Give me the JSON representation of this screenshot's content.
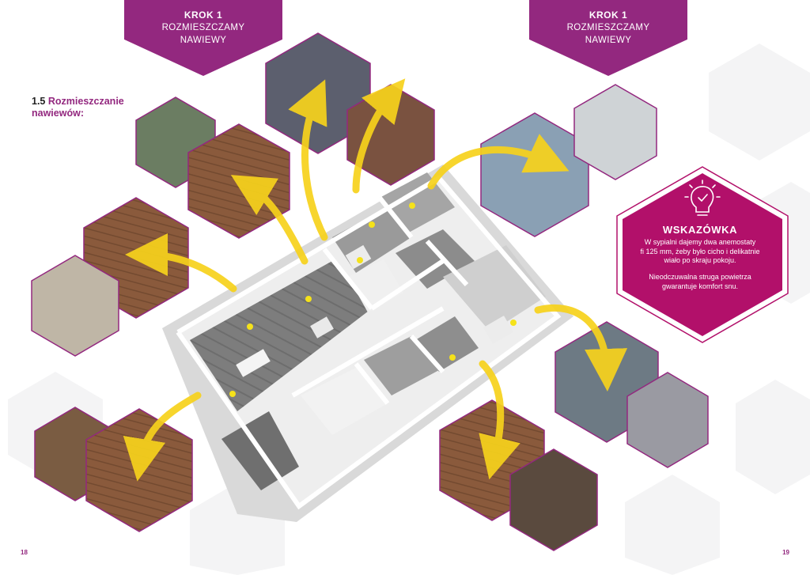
{
  "banners": [
    {
      "title": "KROK 1",
      "line1": "ROZMIESZCZAMY",
      "line2": "NAWIEWY"
    },
    {
      "title": "KROK 1",
      "line1": "ROZMIESZCZAMY",
      "line2": "NAWIEWY"
    }
  ],
  "section": {
    "number": "1.5",
    "title_part1": "Rozmieszczanie",
    "title_part2": "nawiewów:"
  },
  "tip": {
    "icon": "lightbulb-icon",
    "title": "WSKAZÓWKA",
    "paragraph1": [
      "W sypialni dajemy dwa anemostaty",
      "fi 125 mm, żeby było cicho i delikatnie",
      "wiało po skraju pokoju."
    ],
    "paragraph2": [
      "Nieodczuwalna struga powietrza",
      "gwarantuje komfort snu."
    ]
  },
  "pages": {
    "left": "18",
    "right": "19"
  },
  "colors": {
    "accent": "#93287f",
    "tip_bg": "#b2106a",
    "arrow": "#f7d21c",
    "marker": "#f5e21a"
  }
}
